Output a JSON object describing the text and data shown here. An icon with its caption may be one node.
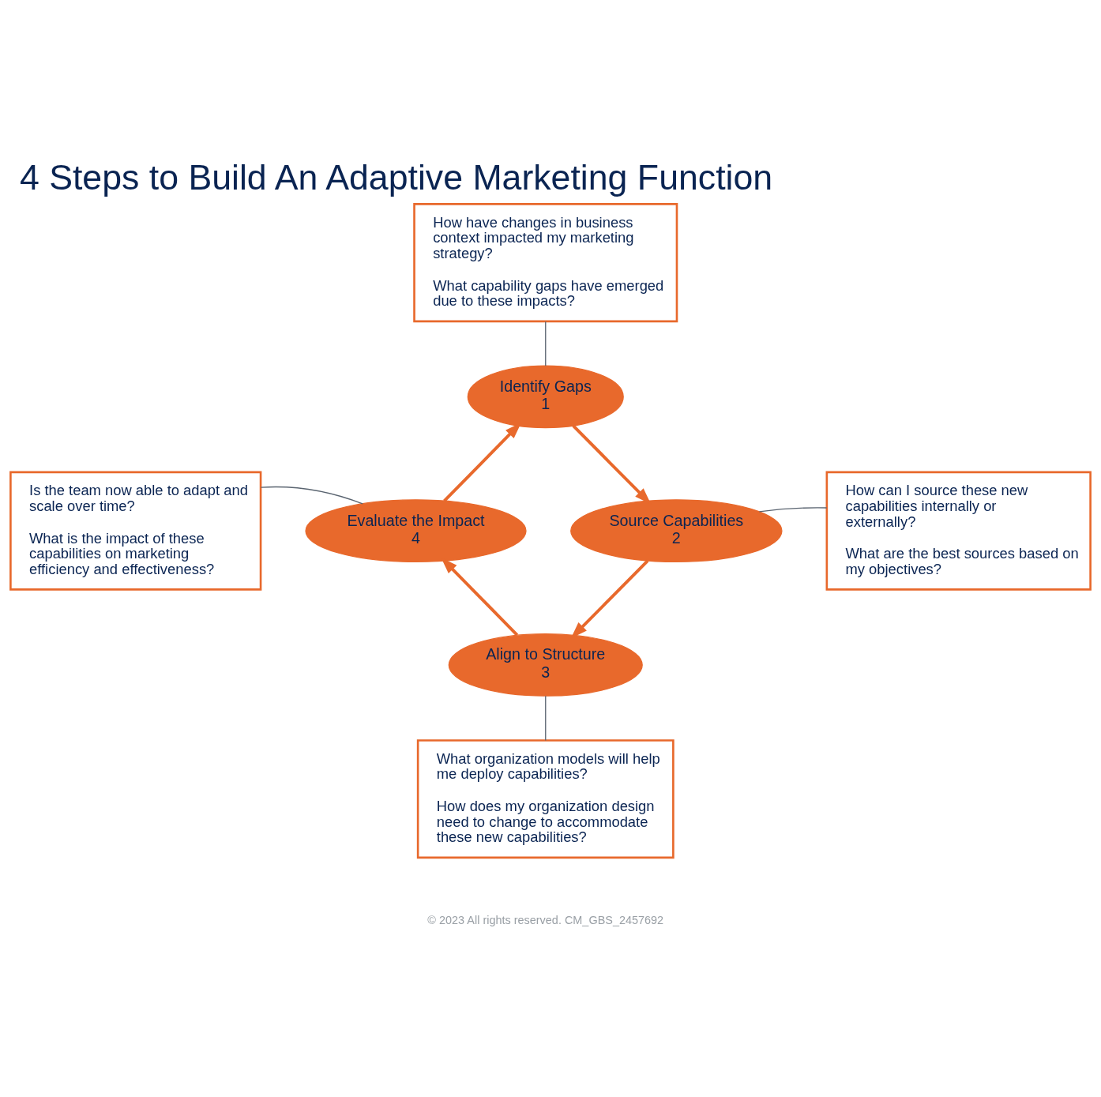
{
  "diagram": {
    "title": "4 Steps to Build An Adaptive Marketing Function",
    "nodes": [
      {
        "text": [
          "How have changes in business context impacted my marketing strategy?",
          "What capability gaps have emerged due to these impacts?"
        ]
      },
      {
        "text": [
          "Identify Gaps",
          "1"
        ]
      },
      {
        "text": [
          "Source Capabilities",
          "2"
        ]
      },
      {
        "text": [
          "Align to Structure",
          "3"
        ]
      },
      {
        "text": [
          "Evaluate the Impact",
          "4"
        ]
      },
      {
        "text": [
          "How can I source these new capabilities internally or externally?",
          "What are the best sources based on my objectives?"
        ]
      },
      {
        "text": [
          "What organization models will help me deploy capabilities?",
          "How does my organization design need to change to accommodate these new capabilities?"
        ]
      },
      {
        "text": [
          "Is the team now able to adapt and scale over time?",
          "What is the impact of these capabilities on marketing efficiency and effectiveness?"
        ]
      }
    ],
    "edges": [
      {
        "from": 1,
        "to": 2,
        "arrow": "to",
        "style": "thick",
        "color": "#e8692c"
      },
      {
        "from": 2,
        "to": 3,
        "arrow": "to",
        "style": "thick",
        "color": "#e8692c"
      },
      {
        "from": 3,
        "to": 4,
        "arrow": "to",
        "style": "thick",
        "color": "#e8692c"
      },
      {
        "from": 4,
        "to": 1,
        "arrow": "to",
        "style": "thick",
        "color": "#e8692c"
      },
      {
        "from": 0,
        "to": 1,
        "arrow": "none",
        "color": "#5a6470"
      },
      {
        "from": 2,
        "to": 5,
        "arrow": "none",
        "color": "#5a6470"
      },
      {
        "from": 3,
        "to": 6,
        "arrow": "none",
        "color": "#5a6470"
      },
      {
        "from": 7,
        "to": 4,
        "arrow": "none",
        "color": "#5a6470"
      }
    ],
    "labels": [
      "© 2023 All rights reserved. CM_GBS_2457692"
    ]
  }
}
